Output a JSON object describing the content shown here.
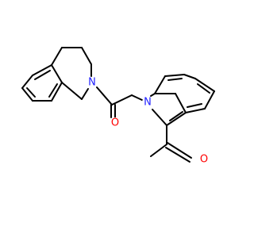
{
  "molecule": {
    "atom_labels": {
      "n_isoquinoline": "N",
      "o_amide": "O",
      "n_indole": "N",
      "o_acetyl": "O"
    },
    "colors": {
      "carbon_bond": "#000000",
      "nitrogen": "#1f1fff",
      "oxygen": "#ff0000",
      "background": "#ffffff"
    }
  }
}
